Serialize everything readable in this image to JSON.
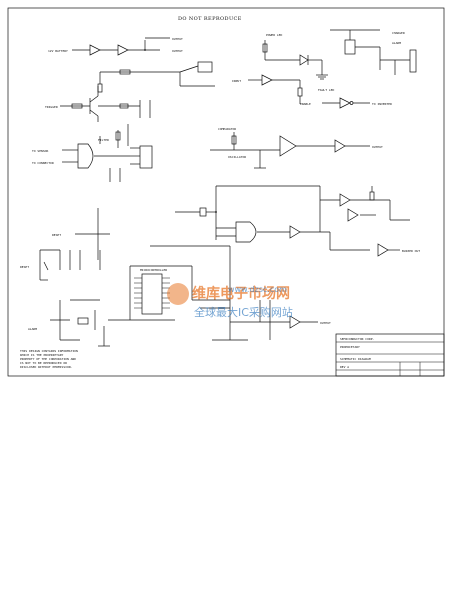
{
  "header": {
    "title": "DO NOT REPRODUCE"
  },
  "labels": {
    "l1": "12V BATTERY",
    "l2": "OUTPUT",
    "l3": "POWER LED",
    "l4": "FAULT LED",
    "l5": "TO INVERTER",
    "l6": "TO SENSOR",
    "l7": "TO CONNECTOR",
    "l8": "FILTER",
    "l9": "MICROCONTROLLER",
    "l10": "TRIGGER",
    "l11": "RESET",
    "l12": "OSCILLATOR",
    "l13": "COMPARATOR",
    "l14": "ENABLE",
    "l15": "BUZZER OUT",
    "l16": "CHARGER",
    "l17": "INPUT",
    "l18": "ALARM"
  },
  "note": {
    "line1": "THIS DESIGN CONTAINS INFORMATION",
    "line2": "WHICH IS THE PROPRIETARY",
    "line3": "PROPERTY OF THE CORPORATION AND",
    "line4": "IS NOT TO BE REPRODUCED OR",
    "line5": "DISCLOSED WITHOUT PERMISSION."
  },
  "title_block": {
    "company": "SEMICONDUCTOR CORP.",
    "row1": "PROPRIETARY",
    "row2": "REV A",
    "row3": "SCHEMATIC DIAGRAM"
  },
  "watermark": {
    "brand": "维库电子市场网",
    "sub": "全球最大IC采购网站",
    "url": "www.dzsc.com"
  }
}
